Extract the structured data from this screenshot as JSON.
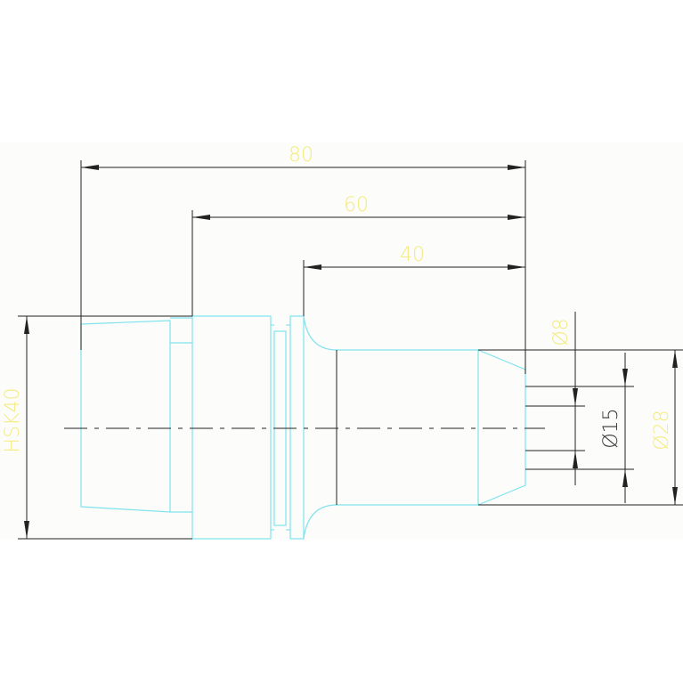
{
  "dimensions": {
    "overall_length": "80",
    "flange_to_tip": "60",
    "shank_to_tip": "40",
    "taper_label": "HSK40",
    "tip_diameter": "Ø8",
    "bore_diameter": "Ø15",
    "body_diameter": "Ø28"
  },
  "colors": {
    "part_outline": "#7fe3ee",
    "dimension_lines": "#222222",
    "dimension_text_yellow": "#f4ea80",
    "dimension_text_dark": "#333333"
  }
}
